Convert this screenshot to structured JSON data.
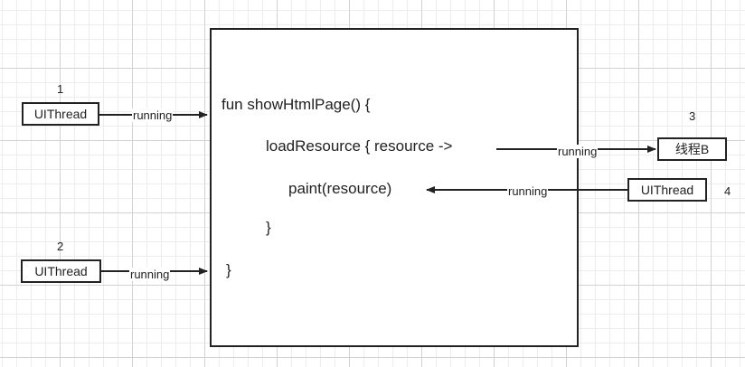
{
  "threads": [
    {
      "number": "1",
      "label": "UIThread"
    },
    {
      "number": "2",
      "label": "UIThread"
    },
    {
      "number": "3",
      "label": "线程B"
    },
    {
      "number": "4",
      "label": "UIThread"
    }
  ],
  "code": {
    "line1": "fun showHtmlPage() {",
    "line2": "loadResource { resource ->",
    "line3": "paint(resource)",
    "line4": "}",
    "line5": "}"
  },
  "arrow_label": "running"
}
